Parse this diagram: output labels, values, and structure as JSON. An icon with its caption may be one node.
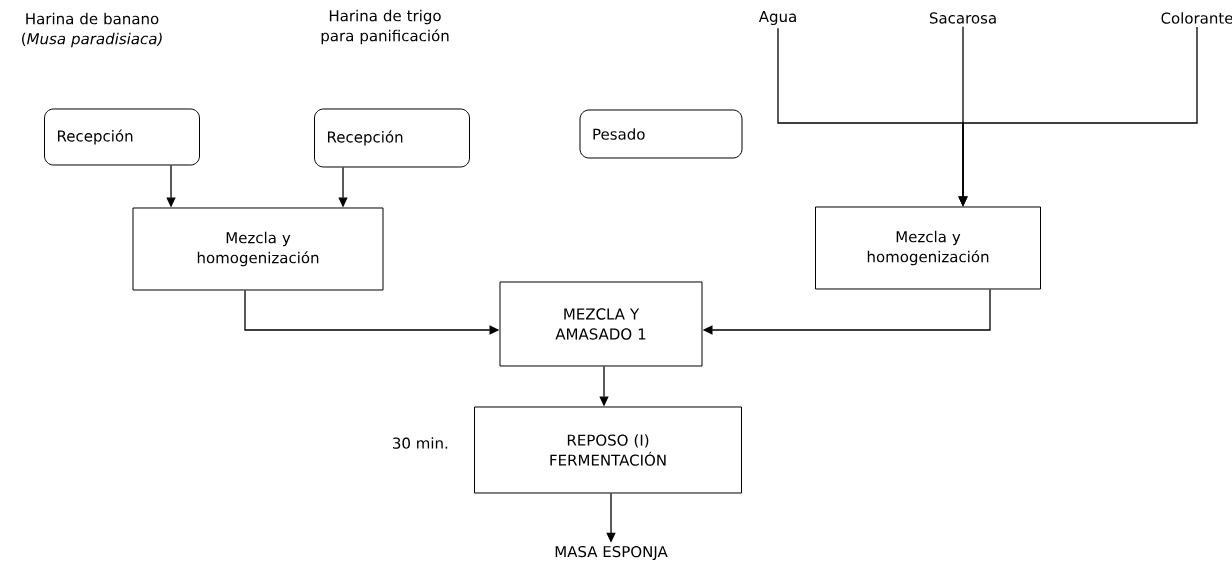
{
  "diagram": {
    "nodes": [
      {
        "text": [
          "Recepción"
        ]
      },
      {
        "text": [
          "Recepción"
        ]
      },
      {
        "text": [
          "Pesado"
        ]
      },
      {
        "text": [
          "Agua"
        ]
      },
      {
        "text": [
          "Sacarosa"
        ]
      },
      {
        "text": [
          "Colorante"
        ]
      },
      {
        "text": [
          "Mezcla y homogenización"
        ]
      },
      {
        "text": [
          "Mezcla y homogenización"
        ]
      },
      {
        "text": [
          "MEZCLA Y AMASADO 1"
        ]
      },
      {
        "text": [
          "REPOSO (I) FERMENTACIÓN"
        ],
        "beside": [
          "30 min."
        ]
      },
      {
        "text": [
          "MASA ESPONJA"
        ]
      }
    ],
    "edges": [
      {
        "from": 0,
        "to": 6,
        "arrow": "to"
      },
      {
        "from": 1,
        "to": 6,
        "arrow": "to"
      },
      {
        "from": 3,
        "to": 7,
        "arrow": "to"
      },
      {
        "from": 4,
        "to": 7,
        "arrow": "to"
      },
      {
        "from": 5,
        "to": 7,
        "arrow": "to"
      },
      {
        "from": 6,
        "to": 8,
        "arrow": "to"
      },
      {
        "from": 7,
        "to": 8,
        "arrow": "to"
      },
      {
        "from": 8,
        "to": 9,
        "arrow": "to"
      },
      {
        "from": 9,
        "to": 10,
        "arrow": "to"
      }
    ],
    "labels": [
      "Harina de banano (*Musa paradisiaca)*",
      "Harina de trigo para panificación"
    ]
  }
}
